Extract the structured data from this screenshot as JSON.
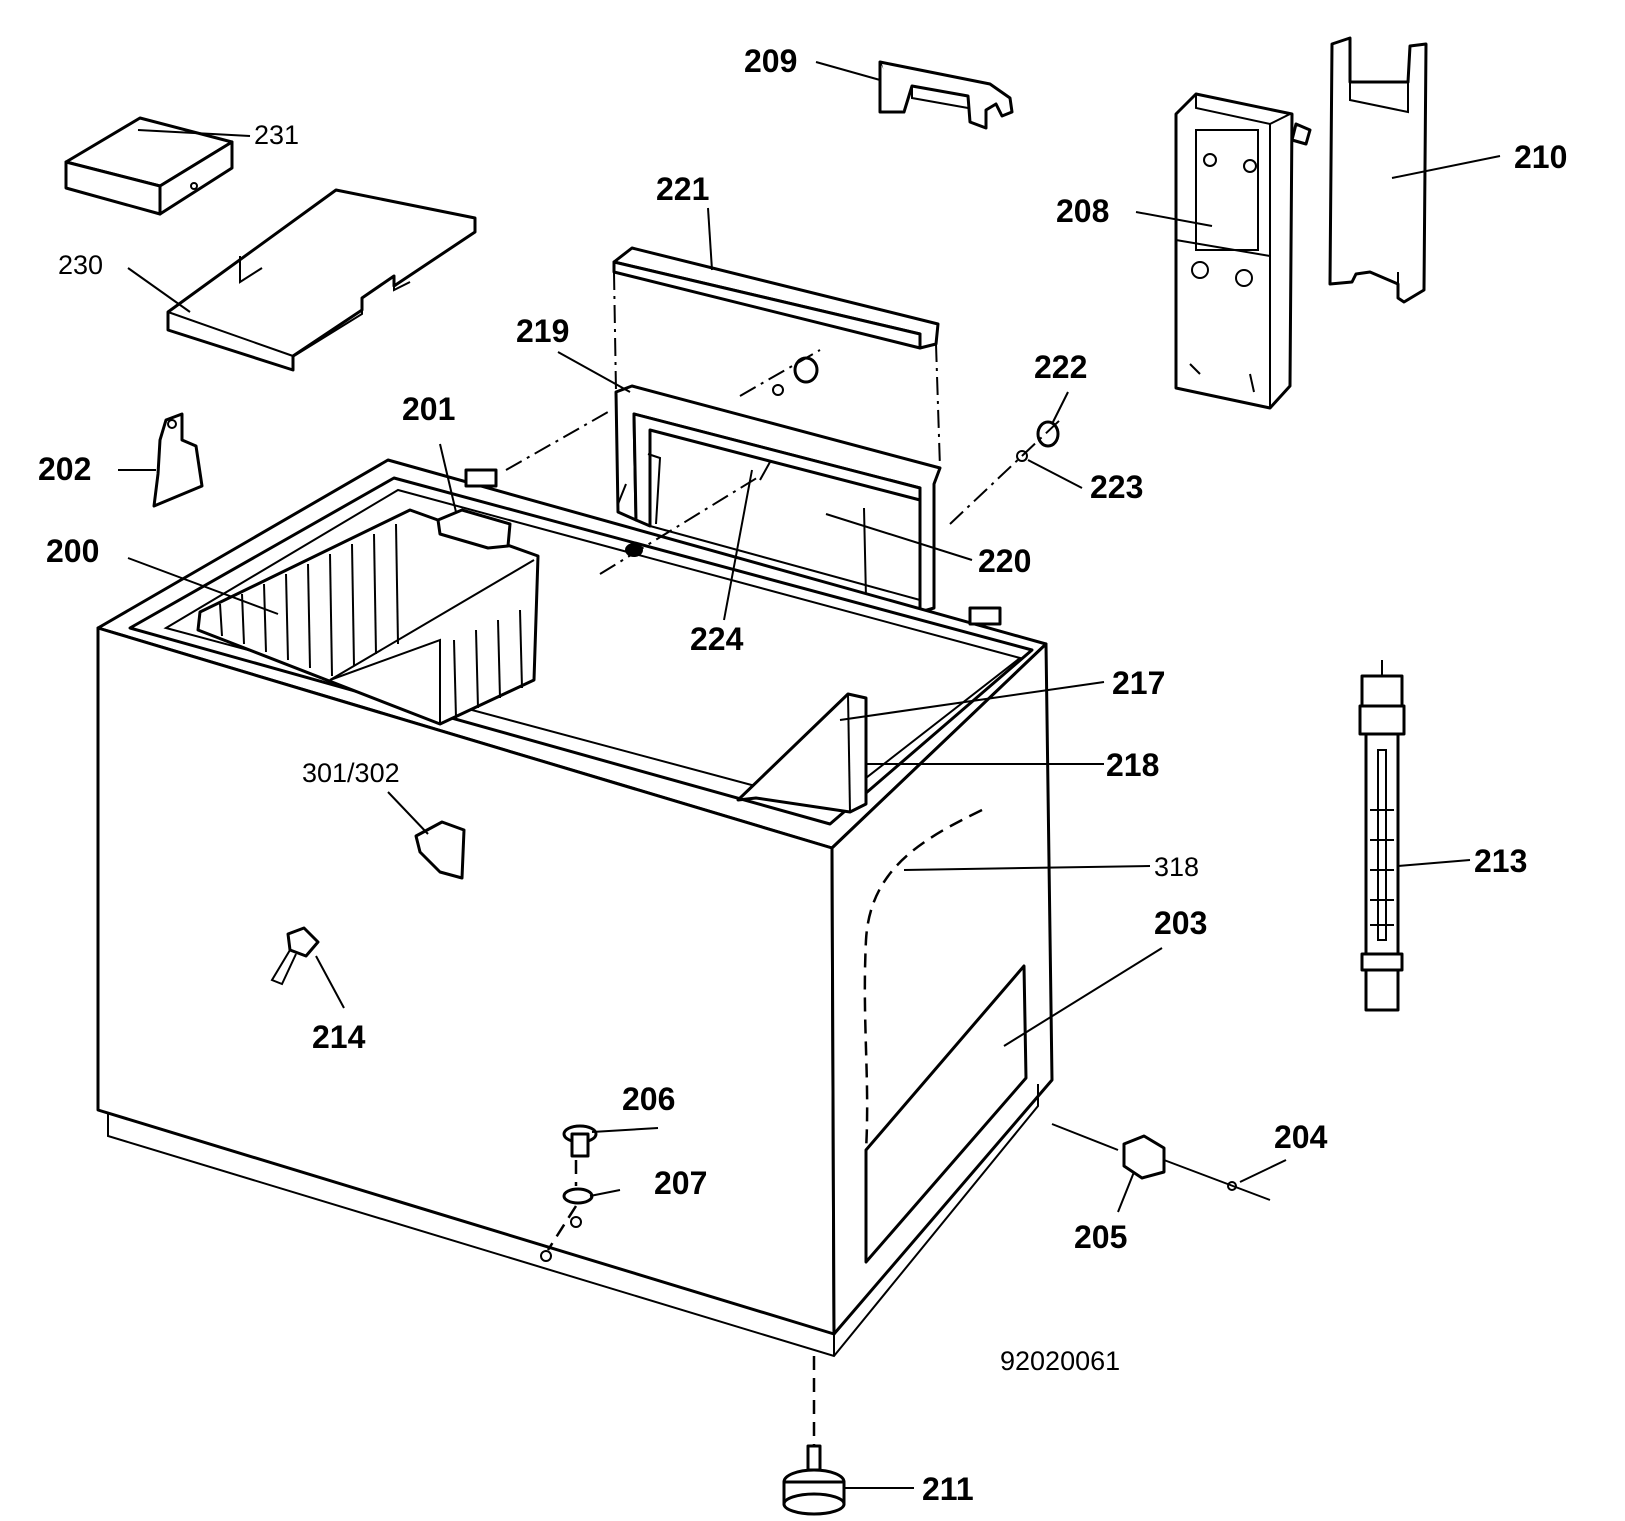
{
  "diagram": {
    "drawing_number": "92020061",
    "labels": {
      "l200": "200",
      "l201": "201",
      "l202": "202",
      "l203": "203",
      "l204": "204",
      "l205": "205",
      "l206": "206",
      "l207": "207",
      "l208": "208",
      "l209": "209",
      "l210": "210",
      "l211": "211",
      "l213": "213",
      "l214": "214",
      "l217": "217",
      "l218": "218",
      "l219": "219",
      "l220": "220",
      "l221": "221",
      "l222": "222",
      "l223": "223",
      "l224": "224",
      "l230": "230",
      "l231": "231",
      "l301": "301/302",
      "l318": "318"
    }
  }
}
